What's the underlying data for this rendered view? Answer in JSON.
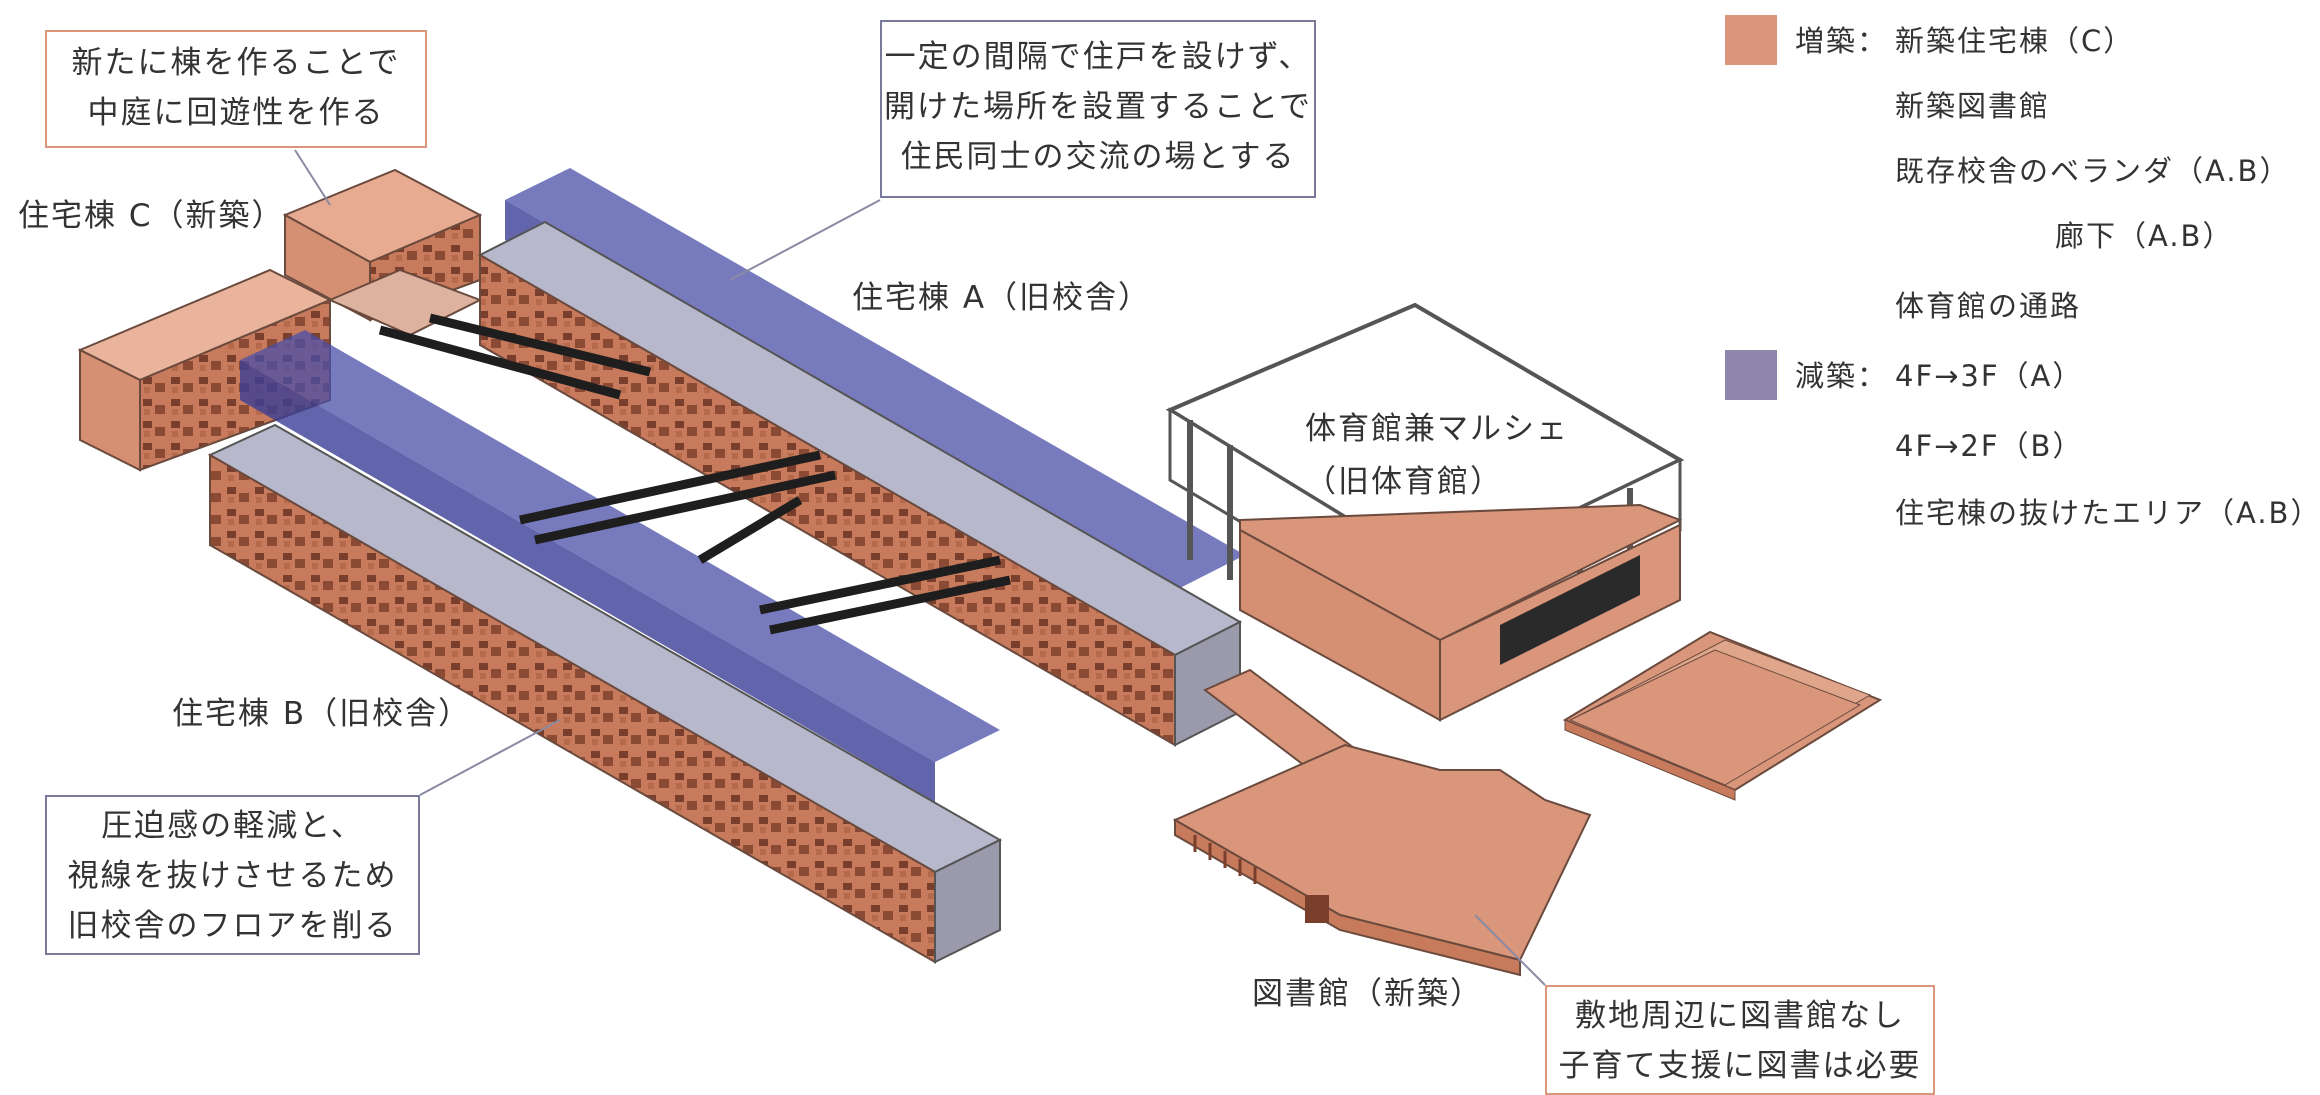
{
  "labels": {
    "housing_c": "住宅棟 C（新築）",
    "housing_a": "住宅棟 A（旧校舎）",
    "housing_b": "住宅棟 B（旧校舎）",
    "gym": [
      "体育館兼マルシェ",
      "（旧体育館）"
    ],
    "library": "図書館（新築）"
  },
  "callouts": {
    "courtyard": [
      "新たに棟を作ることで",
      "中庭に回遊性を作る"
    ],
    "openings": [
      "一定の間隔で住戸を設けず、",
      "開けた場所を設置することで",
      "住民同士の交流の場とする"
    ],
    "reduce": [
      "圧迫感の軽減と、",
      "視線を抜けさせるため",
      "旧校舎のフロアを削る"
    ],
    "library_need": [
      "敷地周辺に図書館なし",
      "子育て支援に図書は必要"
    ]
  },
  "legend": {
    "addition_label": "増築：",
    "addition_items": [
      "新築住宅棟（C）",
      "新築図書館",
      "既存校舎のベランダ（A.B）",
      "廊下（A.B）",
      "体育館の通路"
    ],
    "reduction_label": "減築：",
    "reduction_items": [
      "4F→3F（A）",
      "4F→2F（B）",
      "住宅棟の抜けたエリア（A.B）"
    ],
    "addition_color": "#d9967b",
    "reduction_color": "#8f87ab"
  }
}
